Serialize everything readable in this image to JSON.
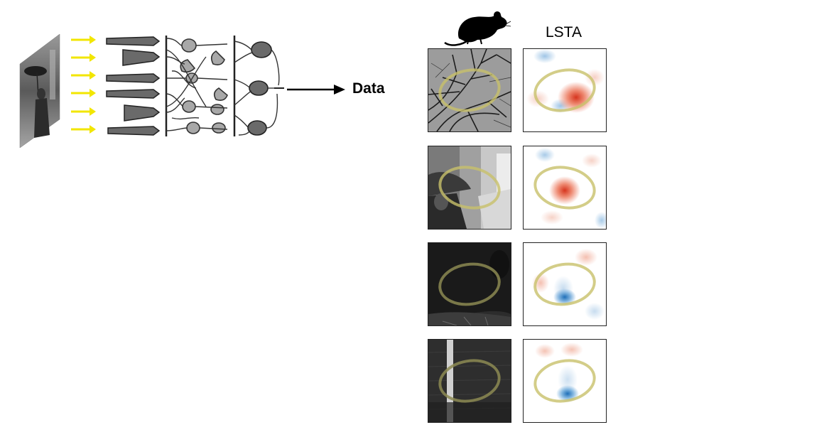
{
  "labels": {
    "output": "Data",
    "column_header": "LSTA"
  },
  "icons": {
    "input_image": "photo-of-person-with-umbrella",
    "stimulus": "yellow-light-arrows",
    "circuit": "retinal-circuit-schematic",
    "output_arrow": "right-arrow-icon",
    "species": "mouse-icon"
  },
  "rows": [
    {
      "stimulus": "bare-tree-branches",
      "lsta_peak": "red"
    },
    {
      "stimulus": "person-with-umbrella-closeup",
      "lsta_peak": "red"
    },
    {
      "stimulus": "dark-silhouette",
      "lsta_peak": "blue"
    },
    {
      "stimulus": "dark-wall-with-pale-post",
      "lsta_peak": "blue"
    }
  ],
  "colors": {
    "stimulus_arrow": "#f2e600",
    "receptive_field": "#c8c06a",
    "on_response": "#e0442a",
    "off_response": "#1f78c0",
    "cell_fill": "#6a6a6a"
  }
}
